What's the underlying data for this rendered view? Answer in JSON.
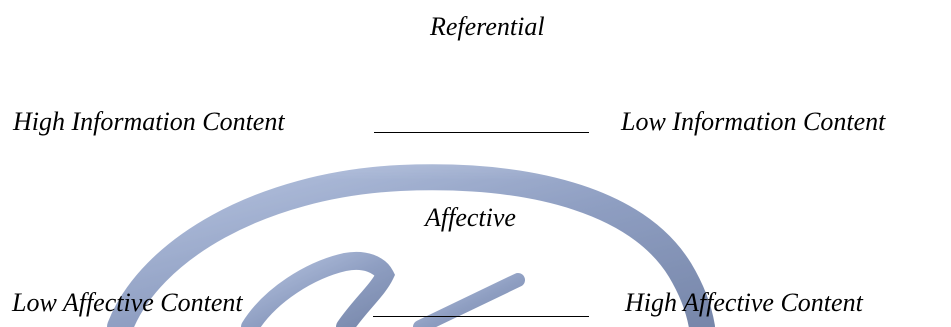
{
  "top_section": {
    "heading": "Referential",
    "left_label": "High Information Content",
    "right_label": "Low Information Content"
  },
  "bottom_section": {
    "heading": "Affective",
    "left_label": "Low Affective Content",
    "right_label": "High Affective Content"
  },
  "watermark_icon": "swirl-logo-icon",
  "colors": {
    "text": "#000000",
    "watermark": "#5a6f9e"
  }
}
